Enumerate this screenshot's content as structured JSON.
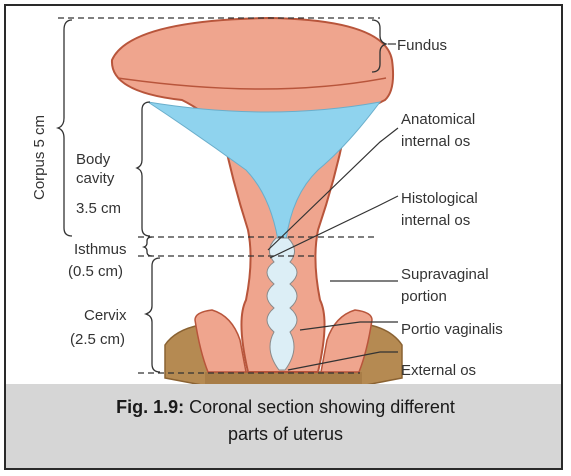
{
  "labels": {
    "fundus": "Fundus",
    "corpus": "Corpus 5 cm",
    "body_cavity_line1": "Body",
    "body_cavity_line2": "cavity",
    "body_cavity_line3": "3.5 cm",
    "anatomical_line1": "Anatomical",
    "anatomical_line2": "internal os",
    "histological_line1": "Histological",
    "histological_line2": "internal os",
    "isthmus_line1": "Isthmus",
    "isthmus_line2": "(0.5 cm)",
    "supravaginal_line1": "Supravaginal",
    "supravaginal_line2": "portion",
    "cervix_line1": "Cervix",
    "cervix_line2": "(2.5 cm)",
    "portio": "Portio vaginalis",
    "external_os": "External os"
  },
  "caption": {
    "figure_number": "Fig. 1.9:",
    "text_line1": " Coronal section showing different",
    "text_line2": "parts of uterus"
  },
  "colors": {
    "uterus": "#efa58e",
    "uterus_edge": "#b8553b",
    "cavity": "#8fd3ee",
    "vagina": "#b58a52",
    "caption_bg": "#d6d6d6"
  }
}
